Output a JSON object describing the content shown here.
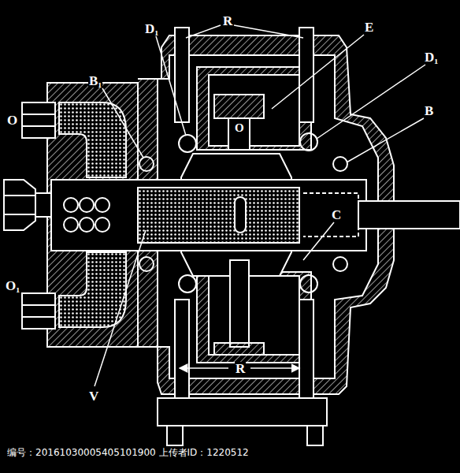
{
  "diagram": {
    "labels": [
      "D₁",
      "R",
      "E",
      "D₁",
      "B₁",
      "B",
      "O",
      "O₁",
      "C",
      "V",
      "R",
      "O",
      "编号：20161030005405101900 上传者ID：1220512"
    ]
  }
}
